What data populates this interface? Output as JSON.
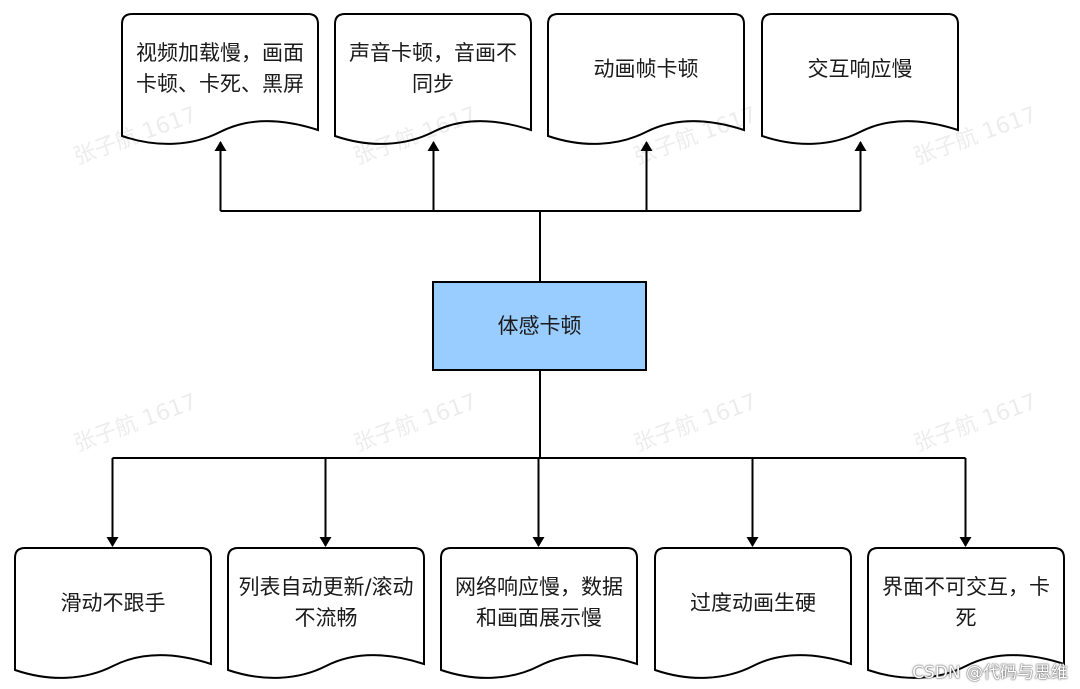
{
  "center_node": {
    "label": "体感卡顿"
  },
  "top_nodes": [
    {
      "label": "视频加载慢，画面卡顿、卡死、黑屏"
    },
    {
      "label": "声音卡顿，音画不同步"
    },
    {
      "label": "动画帧卡顿"
    },
    {
      "label": "交互响应慢"
    }
  ],
  "bottom_nodes": [
    {
      "label": "滑动不跟手"
    },
    {
      "label": "列表自动更新/滚动不流畅"
    },
    {
      "label": "网络响应慢，数据和画面展示慢"
    },
    {
      "label": "过度动画生硬"
    },
    {
      "label": "界面不可交互，卡死"
    }
  ],
  "watermark_text": "张子航 1617",
  "footer_watermark": "CSDN @代码与思维",
  "colors": {
    "center_fill": "#99ccff",
    "stroke": "#000000"
  }
}
